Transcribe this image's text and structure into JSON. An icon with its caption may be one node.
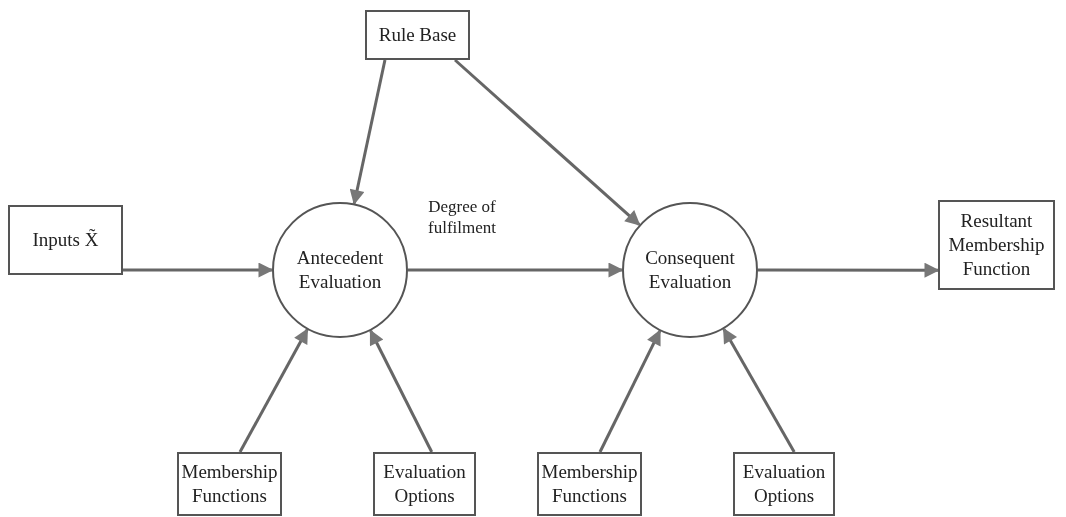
{
  "diagram": {
    "nodes": [
      {
        "text": [
          "Rule Base"
        ]
      },
      {
        "text": [
          "Inputs X̃"
        ]
      },
      {
        "text": [
          "Antecedent Evaluation"
        ]
      },
      {
        "text": [
          "Consequent Evaluation"
        ]
      },
      {
        "text": [
          "Resultant Membership Function"
        ]
      },
      {
        "text": [
          "Membership Functions"
        ]
      },
      {
        "text": [
          "Evaluation Options"
        ]
      },
      {
        "text": [
          "Membership Functions"
        ]
      },
      {
        "text": [
          "Evaluation Options"
        ]
      }
    ],
    "edges": [
      {
        "from": 0,
        "to": 2,
        "arrow": "to"
      },
      {
        "from": 0,
        "to": 3,
        "arrow": "to"
      },
      {
        "from": 1,
        "to": 2,
        "arrow": "to"
      },
      {
        "from": 2,
        "to": 3,
        "arrow": "to",
        "label": "Degree of fulfilment"
      },
      {
        "from": 3,
        "to": 4,
        "arrow": "to"
      },
      {
        "from": 5,
        "to": 2,
        "arrow": "to"
      },
      {
        "from": 6,
        "to": 2,
        "arrow": "to"
      },
      {
        "from": 7,
        "to": 3,
        "arrow": "to"
      },
      {
        "from": 8,
        "to": 3,
        "arrow": "to"
      }
    ]
  }
}
